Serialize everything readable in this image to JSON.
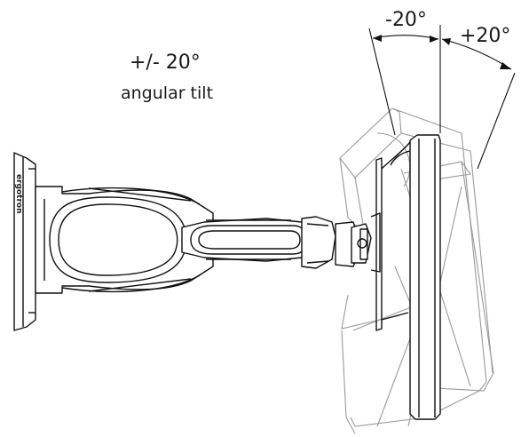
{
  "annotations": {
    "tilt_value": "+/- 20°",
    "tilt_caption": "angular tilt",
    "angle_negative": "-20°",
    "angle_positive": "+20°"
  },
  "wall_plate": {
    "brand_text": "ergotron"
  }
}
